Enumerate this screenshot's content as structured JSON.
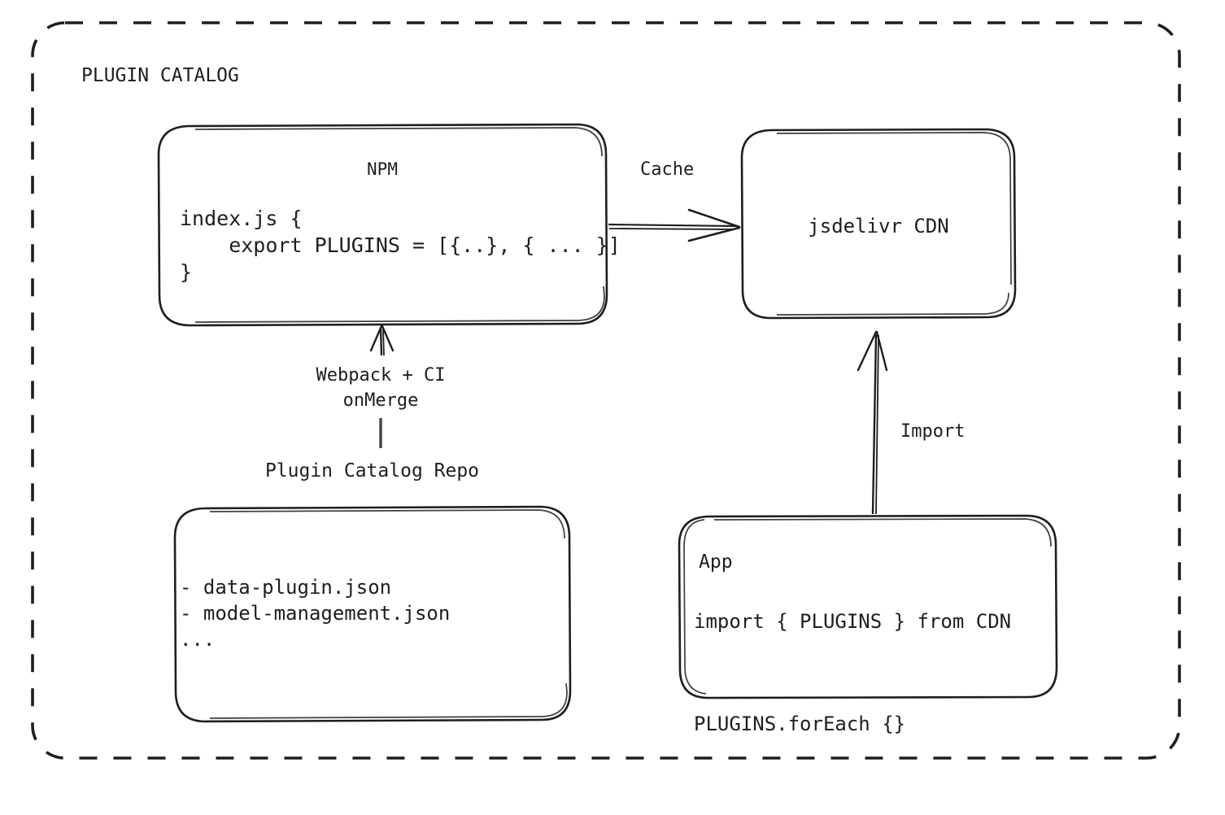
{
  "diagram": {
    "title": "PLUGIN CATALOG",
    "accent_color": "#1e1e1e",
    "background_color": "#ffffff",
    "border_style": "dashed"
  },
  "nodes": {
    "npm": {
      "title": "NPM",
      "code": "index.js {\n    export PLUGINS = [{..}, { ... }]\n}"
    },
    "cdn": {
      "title": "jsdelivr CDN"
    },
    "repo": {
      "label": "Plugin Catalog Repo",
      "files": "- data-plugin.json\n- model-management.json\n..."
    },
    "app": {
      "title": "App",
      "code": "import { PLUGINS } from CDN\n\nPLUGINS.forEach {}"
    }
  },
  "edges": {
    "cache": {
      "label": "Cache",
      "from": "npm",
      "to": "cdn",
      "direction": "right"
    },
    "build": {
      "label": "Webpack + CI\nonMerge",
      "from": "repo",
      "to": "npm",
      "direction": "up"
    },
    "import": {
      "label": "Import",
      "from": "app",
      "to": "cdn",
      "direction": "up"
    }
  }
}
